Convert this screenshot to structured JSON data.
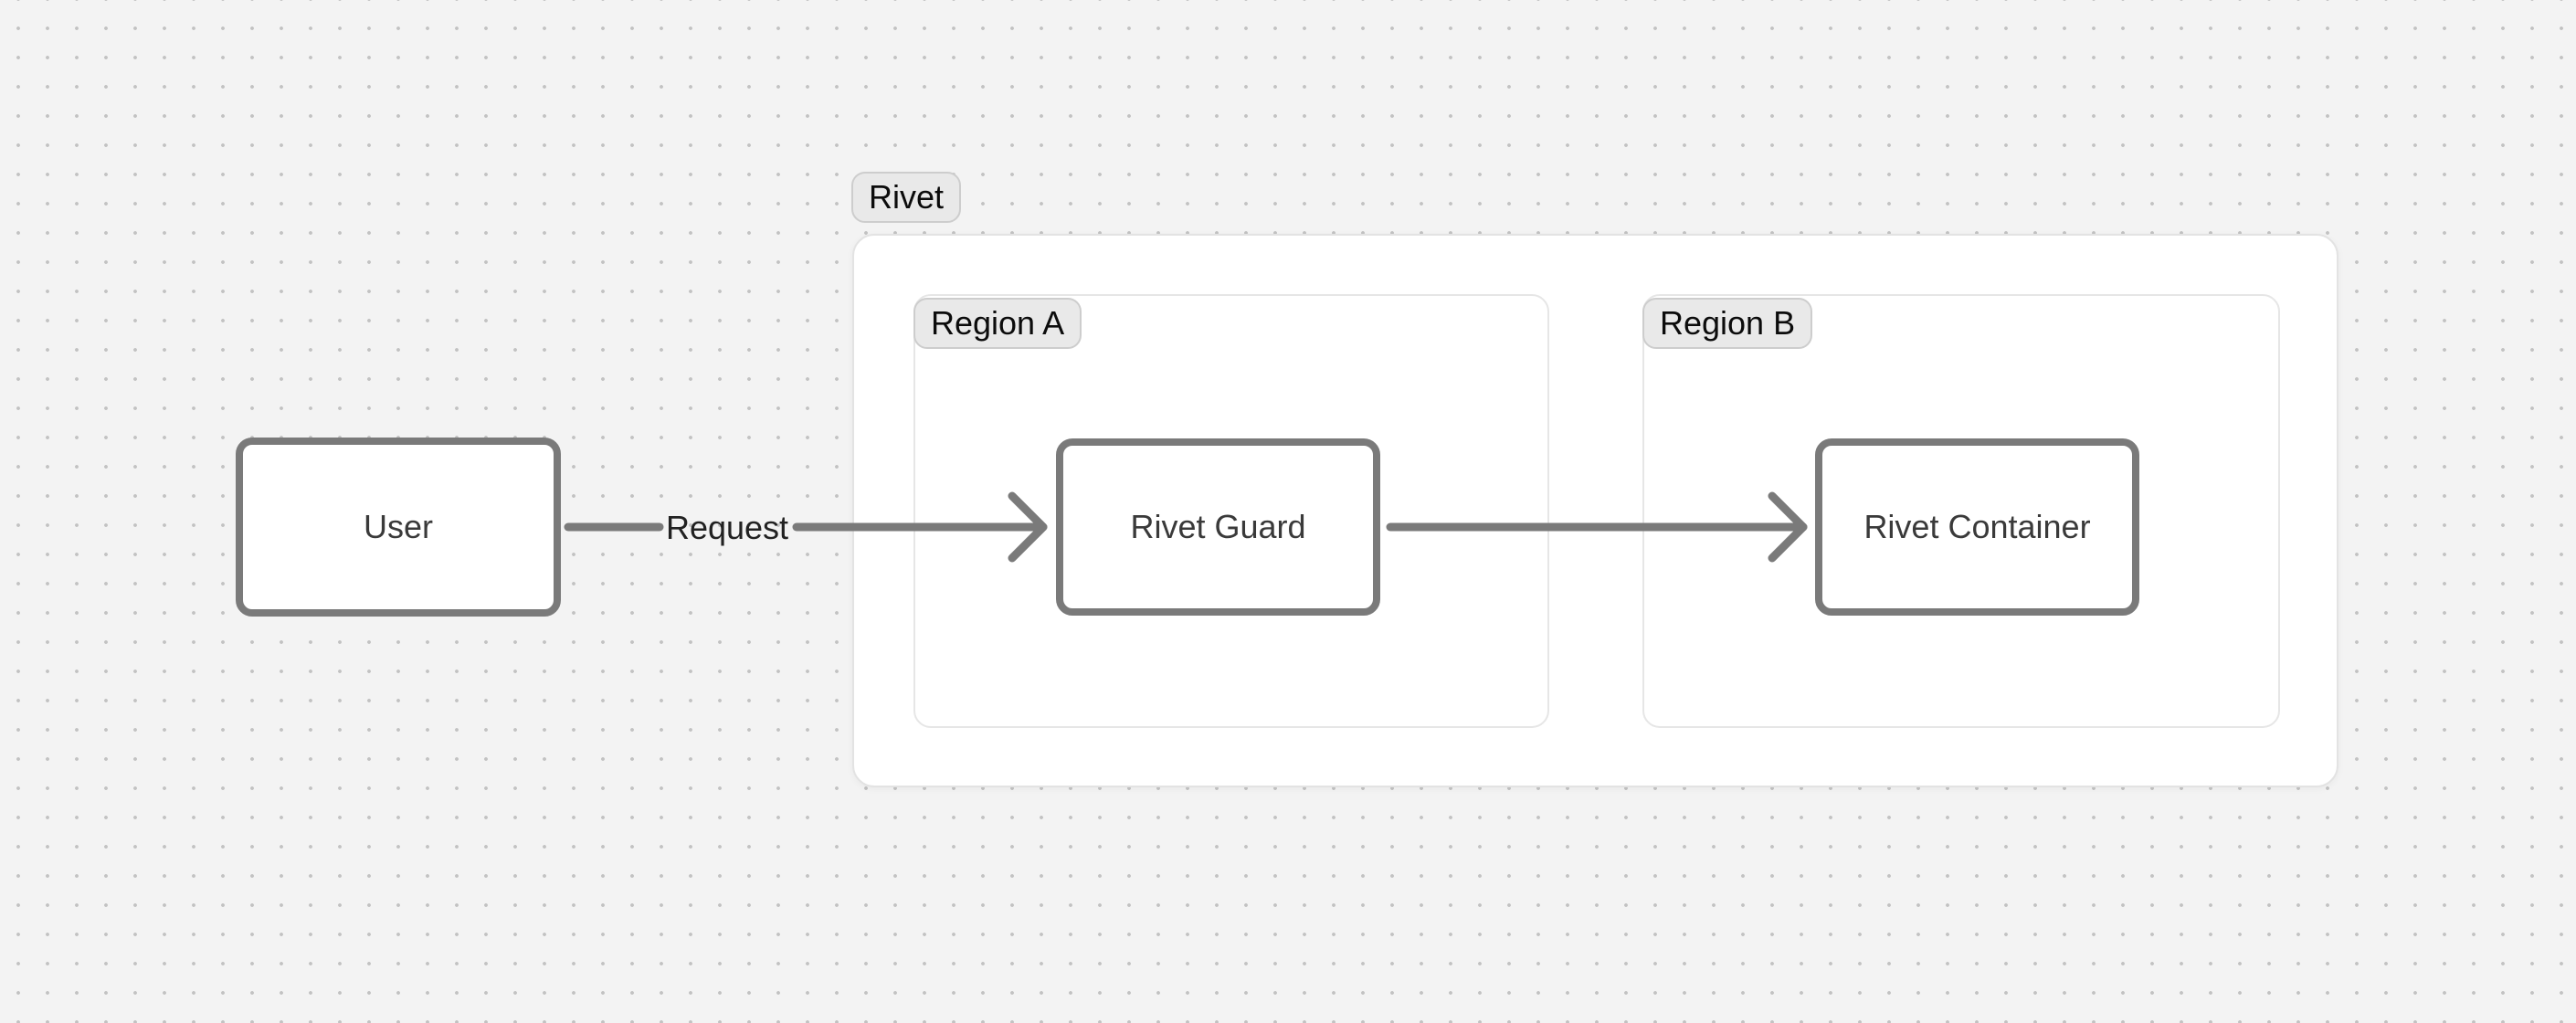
{
  "diagram": {
    "nodes": [
      {
        "id": "user",
        "label": "User"
      },
      {
        "id": "rivet-guard",
        "label": "Rivet Guard"
      },
      {
        "id": "rivet-container",
        "label": "Rivet Container"
      }
    ],
    "groups": [
      {
        "id": "rivet",
        "label": "Rivet"
      },
      {
        "id": "region-a",
        "label": "Region A",
        "parent": "rivet"
      },
      {
        "id": "region-b",
        "label": "Region B",
        "parent": "rivet"
      }
    ],
    "edges": [
      {
        "from": "user",
        "to": "rivet-guard",
        "label": "Request"
      },
      {
        "from": "rivet-guard",
        "to": "rivet-container",
        "label": ""
      }
    ]
  },
  "colors": {
    "canvas_bg": "#f3f3f3",
    "dot": "#c2c2c2",
    "surface": "#ffffff",
    "container_border": "#e3e3e3",
    "region_border": "#e6e6e6",
    "pill_bg": "#e9e9e9",
    "pill_border": "#cdcdcd",
    "pill_text": "#0c0c0c",
    "node_border": "#7a7a7a",
    "node_text": "#3a3a3a",
    "arrow": "#7a7a7a",
    "edge_label_text": "#222222"
  }
}
